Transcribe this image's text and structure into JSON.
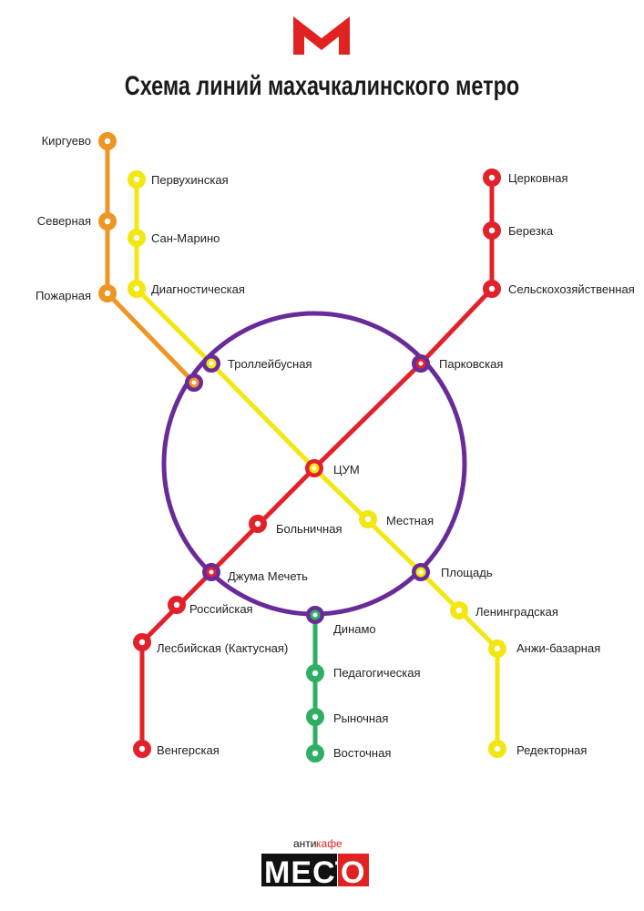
{
  "title": "Схема линий махачкалинского метро",
  "logo": {
    "icon": "metro-m-icon",
    "color": "#e02222"
  },
  "lines": {
    "ring": {
      "color": "#6a2b9a"
    },
    "red": {
      "color": "#e2212a"
    },
    "yellow": {
      "color": "#f2e711"
    },
    "orange": {
      "color": "#ee9524"
    },
    "green": {
      "color": "#2eb063"
    }
  },
  "stations": [
    {
      "id": "kirguevo",
      "name": "Киргуево",
      "line": "orange"
    },
    {
      "id": "severnaya",
      "name": "Северная",
      "line": "orange"
    },
    {
      "id": "pozharnaya",
      "name": "Пожарная",
      "line": "orange"
    },
    {
      "id": "orange-transfer",
      "name": "",
      "line": "ring"
    },
    {
      "id": "pervukhinskaya",
      "name": "Первухинская",
      "line": "yellow"
    },
    {
      "id": "san-marino",
      "name": "Сан-Марино",
      "line": "yellow"
    },
    {
      "id": "diagnosticheskaya",
      "name": "Диагностическая",
      "line": "yellow"
    },
    {
      "id": "trolleybusnaya",
      "name": "Троллейбусная",
      "line": "ring"
    },
    {
      "id": "tsum",
      "name": "ЦУМ",
      "line": "hub"
    },
    {
      "id": "mestnaya",
      "name": "Местная",
      "line": "yellow",
      "highlight": true
    },
    {
      "id": "ploshchad",
      "name": "Площадь",
      "line": "ring"
    },
    {
      "id": "leningradskaya",
      "name": "Ленинградская",
      "line": "yellow"
    },
    {
      "id": "anzhi-bazarnaya",
      "name": "Анжи-базарная",
      "line": "yellow"
    },
    {
      "id": "redektornaya",
      "name": "Редекторная",
      "line": "yellow"
    },
    {
      "id": "tserkovnaya",
      "name": "Церковная",
      "line": "red"
    },
    {
      "id": "berezka",
      "name": "Березка",
      "line": "red"
    },
    {
      "id": "selskokhozyaistvennaya",
      "name": "Сельскохозяйственная",
      "line": "red"
    },
    {
      "id": "parkovskaya",
      "name": "Парковская",
      "line": "ring"
    },
    {
      "id": "bolnichnaya",
      "name": "Больничная",
      "line": "red"
    },
    {
      "id": "dzhuma-mechet",
      "name": "Джума Мечеть",
      "line": "ring"
    },
    {
      "id": "rossiiskaya",
      "name": "Российская",
      "line": "red"
    },
    {
      "id": "lesbiiskaya",
      "name": "Лесбийская (Кактусная)",
      "line": "red"
    },
    {
      "id": "vengerskaya",
      "name": "Венгерская",
      "line": "red"
    },
    {
      "id": "dinamo",
      "name": "Динамо",
      "line": "ring-green"
    },
    {
      "id": "pedagogicheskaya",
      "name": "Педагогическая",
      "line": "green"
    },
    {
      "id": "rynochnaya",
      "name": "Рыночная",
      "line": "green"
    },
    {
      "id": "vostochnaya",
      "name": "Восточная",
      "line": "green"
    }
  ],
  "brand": {
    "prefix": "анти",
    "accent": "кафе",
    "name_main": "МЕСТ",
    "name_last": "О",
    "accent_color": "#e02222"
  }
}
